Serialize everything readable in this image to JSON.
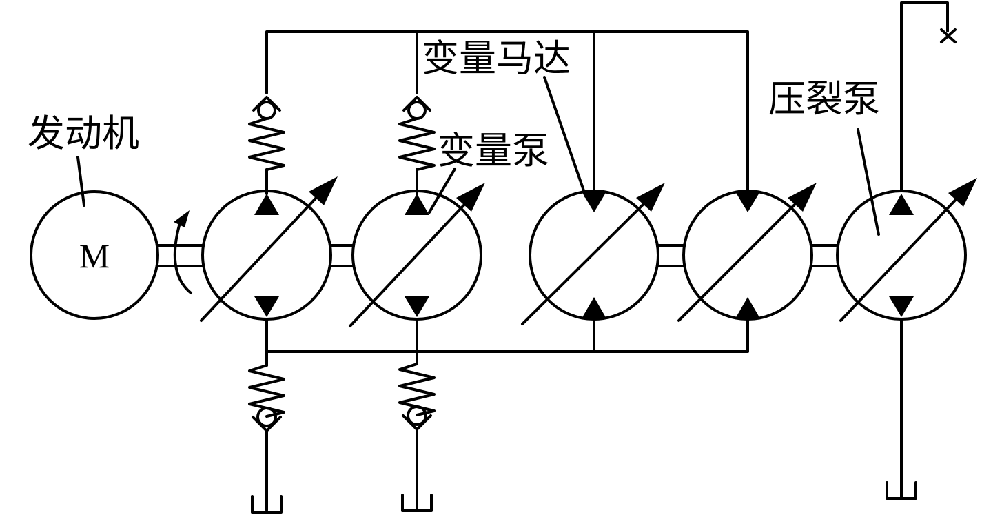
{
  "labels": {
    "engine": "发动机",
    "engine_symbol": "M",
    "variable_pump": "变量泵",
    "variable_motor": "变量马达",
    "fracturing_pump": "压裂泵"
  },
  "colors": {
    "line": "#000000",
    "background": "#ffffff"
  }
}
